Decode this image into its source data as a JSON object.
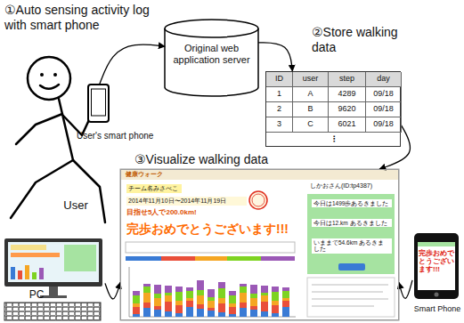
{
  "diagram": {
    "nodes": [
      {
        "text": [
          "User"
        ]
      },
      {
        "text": [
          "User's smart phone"
        ]
      },
      {
        "text": [
          "Original web application server"
        ]
      },
      {
        "text": [
          "ID",
          "user",
          "step",
          "day",
          "1",
          "A",
          "4289",
          "09/18",
          "2",
          "B",
          "9620",
          "09/18",
          "3",
          "C",
          "6021",
          "09/18",
          "⋮"
        ]
      },
      {
        "text": [
          "③Visualize walking data",
          "健康ウォーク",
          "チーム名みさべこ",
          "2014年11月10日〜2014年11月19日",
          "目指せ5人で200.0km!",
          "完歩おめでとうございます!!!",
          "しかおさん(ID:tp4387)",
          "今日は1499歩あるきました",
          "今日は12.km あるきました",
          "いままで54.6km あるきました"
        ]
      },
      {
        "text": [
          "PC"
        ]
      },
      {
        "text": [
          "Smart Phone",
          "完歩おめでとうございます!!!"
        ]
      }
    ],
    "edges": [
      {
        "from": 1,
        "to": 2,
        "arrow": "to"
      },
      {
        "from": 2,
        "to": 3,
        "arrow": "to"
      },
      {
        "from": 3,
        "to": 4,
        "arrow": "to"
      },
      {
        "from": 5,
        "to": 4,
        "arrow": "to"
      },
      {
        "from": 6,
        "to": 4,
        "arrow": "to"
      }
    ],
    "labels": [
      "①Auto sensing activity log with smart phone",
      "②Store walking data"
    ]
  }
}
